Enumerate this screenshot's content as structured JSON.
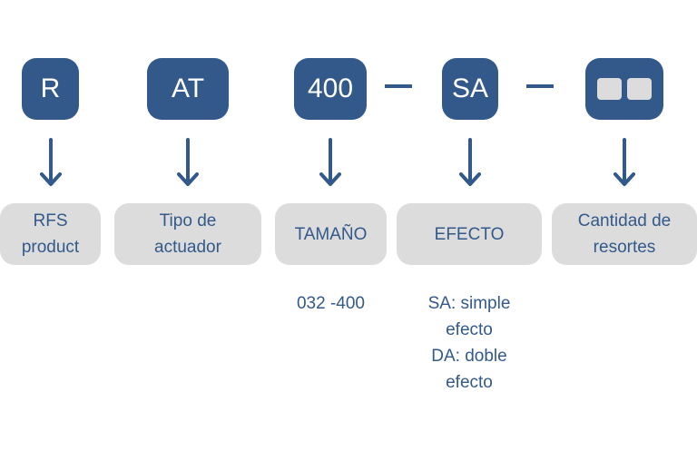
{
  "colors": {
    "primary": "#33598a",
    "label_background": "#dcdcdc"
  },
  "codes": [
    {
      "id": "r",
      "text": "R"
    },
    {
      "id": "at",
      "text": "AT"
    },
    {
      "id": "size",
      "text": "400"
    },
    {
      "id": "effect",
      "text": "SA"
    },
    {
      "id": "springs",
      "text": "",
      "icon": "two-square-slots-icon"
    }
  ],
  "separators": [
    "–",
    "–"
  ],
  "labels": {
    "product": "RFS\nproduct",
    "actuator_type": "Tipo de\nactuador",
    "size": "TAMAÑO",
    "effect": "EFECTO",
    "springs": "Cantidad de\nresortes"
  },
  "notes": {
    "size_range": "032 -400",
    "effect_options": "SA: simple\nefecto\nDA: doble\nefecto"
  }
}
